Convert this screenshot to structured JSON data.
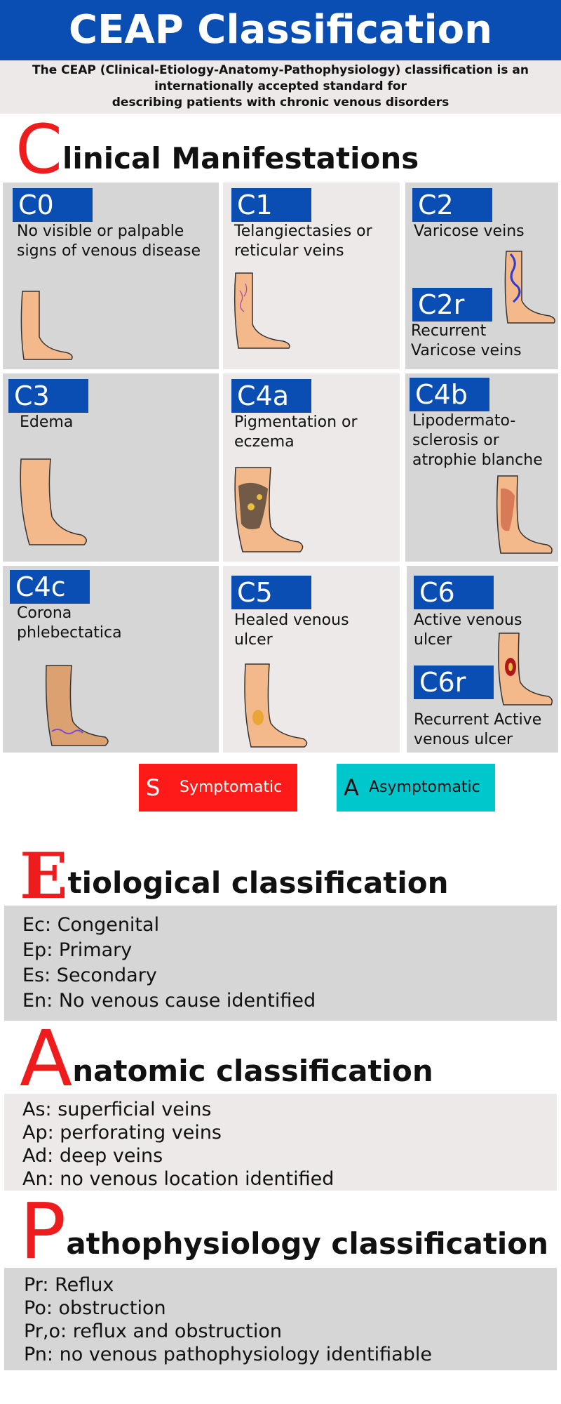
{
  "header": {
    "title": "CEAP Classification"
  },
  "intro": {
    "line1": "The CEAP (Clinical-Etiology-Anatomy-Pathophysiology) classification is an",
    "line2": "internationally accepted standard for",
    "line3": "describing patients with chronic venous disorders"
  },
  "clinical": {
    "letter": "C",
    "title_rest": "linical Manifestations",
    "cells": [
      {
        "code": "C0",
        "desc1": "No visible or palpable",
        "desc2": "signs of venous disease"
      },
      {
        "code": "C1",
        "desc1": "Telangiectasies or",
        "desc2": "reticular veins"
      },
      {
        "code": "C2",
        "desc1": "Varicose veins",
        "code2": "C2r",
        "desc2a": "Recurrent",
        "desc2b": "Varicose veins"
      },
      {
        "code": "C3",
        "desc1": "Edema"
      },
      {
        "code": "C4a",
        "desc1": "Pigmentation or",
        "desc2": "eczema"
      },
      {
        "code": "C4b",
        "desc1": "Lipodermato-",
        "desc2": "sclerosis or",
        "desc3": "atrophie blanche"
      },
      {
        "code": "C4c",
        "desc1": "Corona",
        "desc2": "phlebectatica"
      },
      {
        "code": "C5",
        "desc1": "Healed venous",
        "desc2": "ulcer"
      },
      {
        "code": "C6",
        "desc1": "Active venous",
        "desc2": "ulcer",
        "code2": "C6r",
        "desc2a": "Recurrent Active",
        "desc2b": "venous ulcer"
      }
    ],
    "legend": {
      "s_letter": "S",
      "s_label": "Symptomatic",
      "s_color": "#ff1a1a",
      "a_letter": "A",
      "a_label": "Asymptomatic",
      "a_color": "#00c7cc"
    }
  },
  "etiological": {
    "letter": "E",
    "title_rest": "tiological classification",
    "items": [
      "Ec: Congenital",
      "Ep: Primary",
      "Es: Secondary",
      "En: No venous cause identified"
    ]
  },
  "anatomic": {
    "letter": "A",
    "title_rest": "natomic classification",
    "items": [
      "As: superficial veins",
      "Ap: perforating veins",
      "Ad: deep veins",
      "An: no venous location identified"
    ]
  },
  "pathophysiology": {
    "letter": "P",
    "title_rest": "athophysiology classification",
    "items": [
      "Pr: Reflux",
      "Po: obstruction",
      "Pr,o: reflux and obstruction",
      "Pn: no venous pathophysiology identifiable"
    ]
  },
  "colors": {
    "brand_blue": "#0a4db3",
    "accent_red": "#ee1c1c",
    "skin": "#f4b98b"
  }
}
